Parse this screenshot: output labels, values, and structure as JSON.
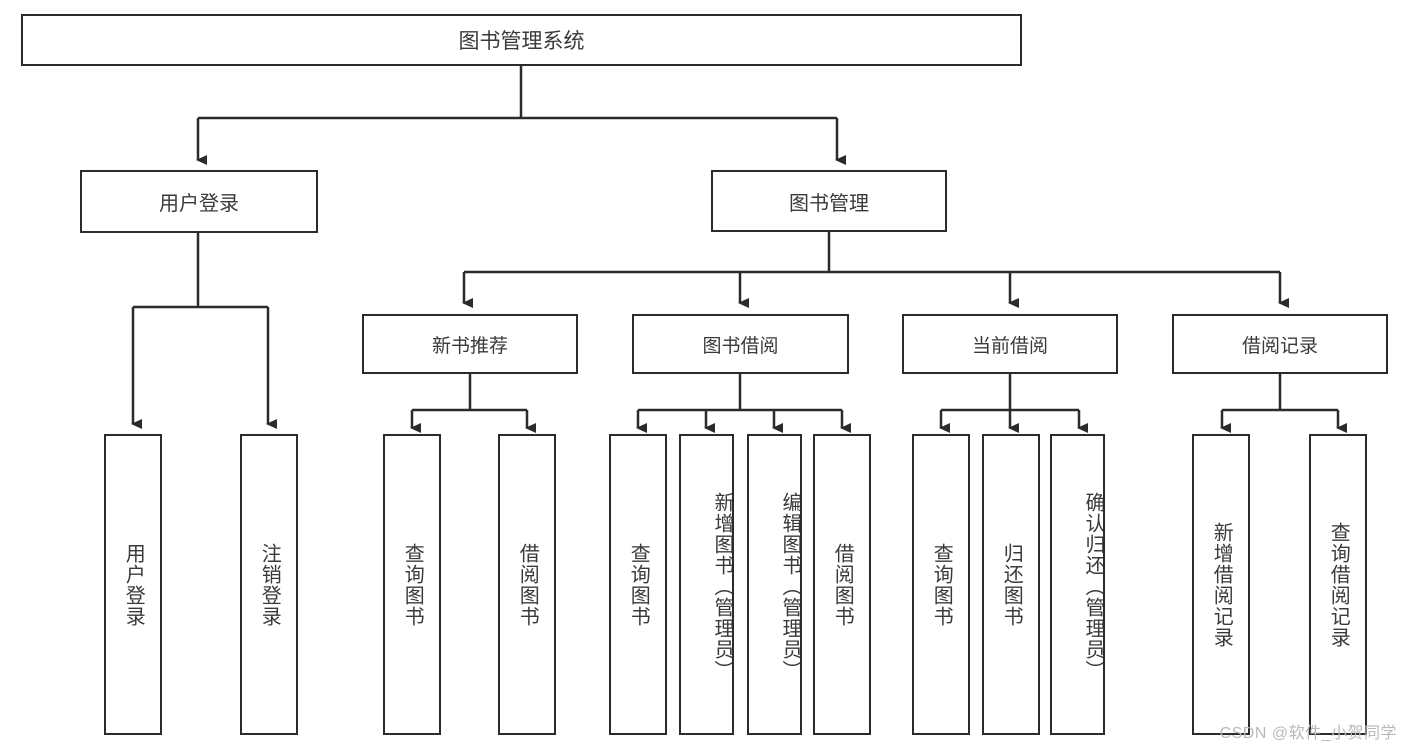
{
  "diagram": {
    "title": "图书管理系统",
    "type": "tree-hierarchy-chart",
    "root": {
      "label": "图书管理系统"
    },
    "level1": [
      {
        "label": "用户登录"
      },
      {
        "label": "图书管理"
      }
    ],
    "level2": [
      {
        "label": "新书推荐"
      },
      {
        "label": "图书借阅"
      },
      {
        "label": "当前借阅"
      },
      {
        "label": "借阅记录"
      }
    ],
    "leaves": {
      "user_login": [
        {
          "label": "用户登录"
        },
        {
          "label": "注销登录"
        }
      ],
      "new_book_recommend": [
        {
          "label": "查询图书"
        },
        {
          "label": "借阅图书"
        }
      ],
      "book_borrow": [
        {
          "label": "查询图书"
        },
        {
          "label": "新增图书（管理员）"
        },
        {
          "label": "编辑图书（管理员）"
        },
        {
          "label": "借阅图书"
        }
      ],
      "current_borrow": [
        {
          "label": "查询图书"
        },
        {
          "label": "归还图书"
        },
        {
          "label": "确认归还（管理员）"
        }
      ],
      "borrow_record": [
        {
          "label": "新增借阅记录"
        },
        {
          "label": "查询借阅记录"
        }
      ]
    }
  },
  "watermark": {
    "text": "CSDN @软件_小贺同学"
  },
  "colors": {
    "border": "#2b2b2b",
    "text": "#3a3a3a",
    "background": "#ffffff",
    "watermark": "#b9b9b9"
  }
}
